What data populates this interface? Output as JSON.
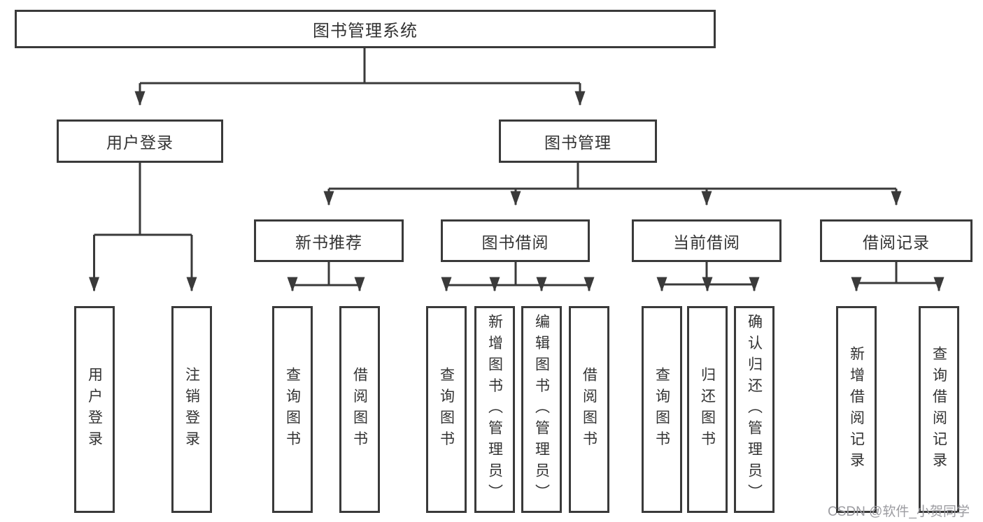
{
  "diagram": {
    "title": "图书管理系统",
    "nodes": {
      "root": {
        "label": "图书管理系统"
      },
      "level2": [
        {
          "label": "用户登录"
        },
        {
          "label": "图书管理"
        }
      ],
      "level3": [
        {
          "label": "新书推荐",
          "parent": "图书管理"
        },
        {
          "label": "图书借阅",
          "parent": "图书管理"
        },
        {
          "label": "当前借阅",
          "parent": "图书管理"
        },
        {
          "label": "借阅记录",
          "parent": "图书管理"
        }
      ],
      "leaves": [
        {
          "label": "用户登录",
          "parent": "用户登录"
        },
        {
          "label": "注销登录",
          "parent": "用户登录"
        },
        {
          "label": "查询图书",
          "parent": "新书推荐"
        },
        {
          "label": "借阅图书",
          "parent": "新书推荐"
        },
        {
          "label": "查询图书",
          "parent": "图书借阅"
        },
        {
          "label": "新增图书（管理员）",
          "parent": "图书借阅"
        },
        {
          "label": "编辑图书（管理员）",
          "parent": "图书借阅"
        },
        {
          "label": "借阅图书",
          "parent": "图书借阅"
        },
        {
          "label": "查询图书",
          "parent": "当前借阅"
        },
        {
          "label": "归还图书",
          "parent": "当前借阅"
        },
        {
          "label": "确认归还（管理员）",
          "parent": "当前借阅"
        },
        {
          "label": "新增借阅记录",
          "parent": "借阅记录"
        },
        {
          "label": "查询借阅记录",
          "parent": "借阅记录"
        }
      ]
    },
    "colors": {
      "line": "#3a3a3a",
      "text": "#333333",
      "watermark_text": "#9c9ca1",
      "background": "#ffffff"
    }
  },
  "watermark": {
    "text": "CSDN @软件_小贺同学"
  }
}
